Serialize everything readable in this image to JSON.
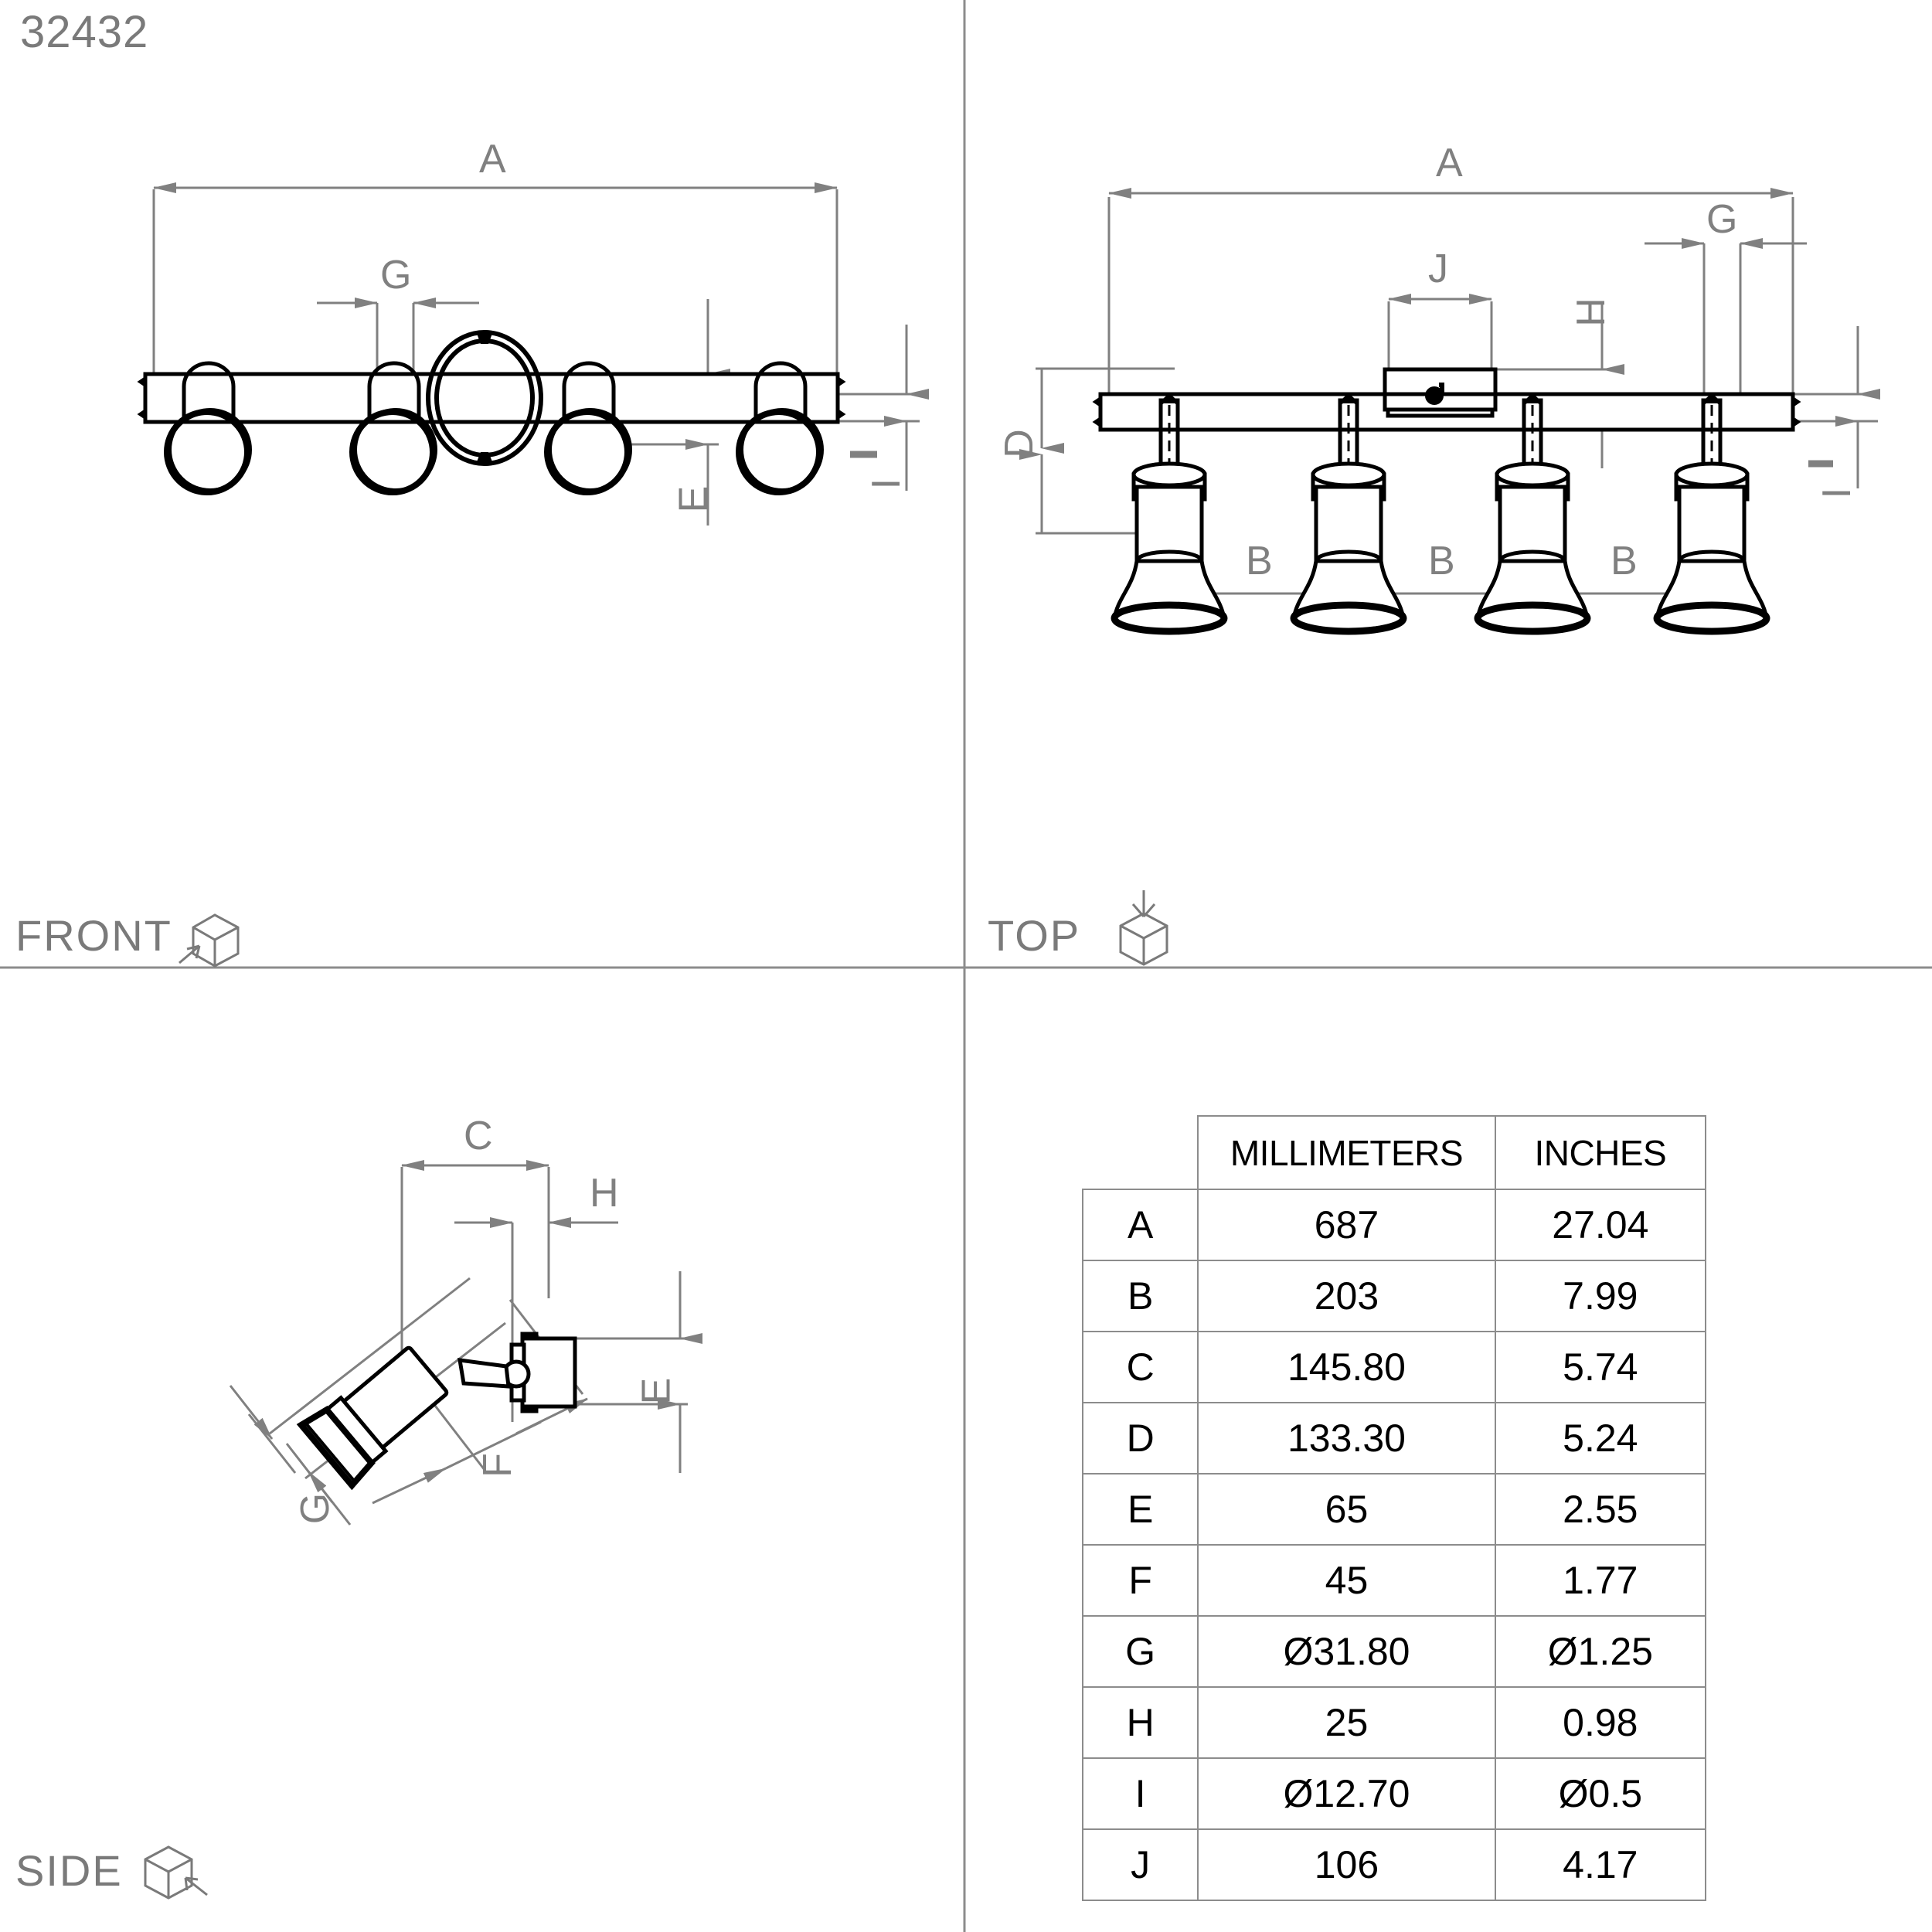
{
  "drawing": {
    "part_number": "32432",
    "line_color_primary": "#000000",
    "line_color_dimension": "#808080",
    "divider_color": "#8c8c8c",
    "background": "#ffffff"
  },
  "views": [
    {
      "key": "front",
      "label": "FRONT",
      "icon": "cube-front-icon"
    },
    {
      "key": "top",
      "label": "TOP",
      "icon": "cube-top-icon"
    },
    {
      "key": "side",
      "label": "SIDE",
      "icon": "cube-side-icon"
    }
  ],
  "front_view": {
    "label": "FRONT",
    "dimension_callouts": [
      "A",
      "G",
      "E",
      "I"
    ],
    "lamp_count": 4
  },
  "top_view": {
    "label": "TOP",
    "dimension_callouts": [
      "A",
      "J",
      "H",
      "G",
      "I",
      "D",
      "B",
      "B",
      "B"
    ],
    "lamp_count": 4
  },
  "side_view": {
    "label": "SIDE",
    "dimension_callouts": [
      "C",
      "H",
      "E",
      "G",
      "F"
    ]
  },
  "table": {
    "headers": [
      "",
      "MILLIMETERS",
      "INCHES"
    ],
    "rows": [
      {
        "key": "A",
        "mm": "687",
        "in": "27.04"
      },
      {
        "key": "B",
        "mm": "203",
        "in": "7.99"
      },
      {
        "key": "C",
        "mm": "145.80",
        "in": "5.74"
      },
      {
        "key": "D",
        "mm": "133.30",
        "in": "5.24"
      },
      {
        "key": "E",
        "mm": "65",
        "in": "2.55"
      },
      {
        "key": "F",
        "mm": "45",
        "in": "1.77"
      },
      {
        "key": "G",
        "mm": "Ø31.80",
        "in": "Ø1.25"
      },
      {
        "key": "H",
        "mm": "25",
        "in": "0.98"
      },
      {
        "key": "I",
        "mm": "Ø12.70",
        "in": "Ø0.5"
      },
      {
        "key": "J",
        "mm": "106",
        "in": "4.17"
      }
    ]
  },
  "dim_letters": {
    "front_A": "A",
    "front_G": "G",
    "front_E": "E",
    "front_I": "I",
    "top_A": "A",
    "top_J": "J",
    "top_H": "H",
    "top_G": "G",
    "top_I": "I",
    "top_D": "D",
    "top_B1": "B",
    "top_B2": "B",
    "top_B3": "B",
    "side_C": "C",
    "side_H": "H",
    "side_E": "E",
    "side_G": "G",
    "side_F": "F"
  }
}
